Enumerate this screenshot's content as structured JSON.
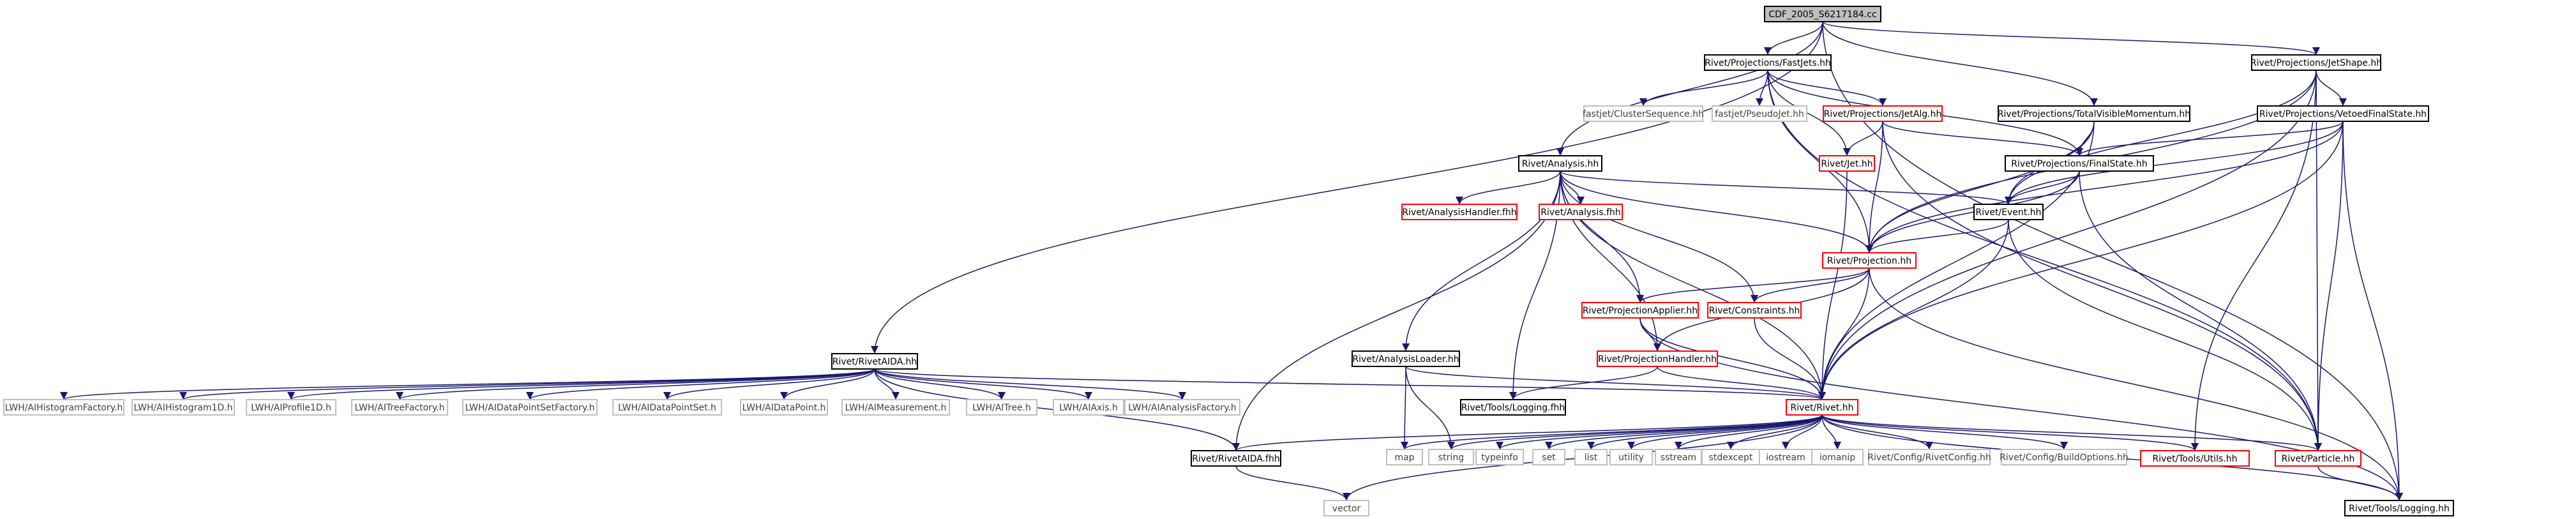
{
  "colors": {
    "edge": "#191970",
    "node_border_normal": "#000000",
    "node_border_missing": "#ff0000",
    "node_border_external": "#bfbfbf",
    "root_fill": "#bfbfbf",
    "text": "#000000",
    "external_text": "#404040"
  },
  "nodes": [
    {
      "id": "cdf",
      "label": "CDF_2005_S6217184.cc",
      "kind": "root"
    },
    {
      "id": "fastjets",
      "label": "Rivet/Projections/FastJets.hh",
      "kind": "normal"
    },
    {
      "id": "jetshape",
      "label": "Rivet/Projections/JetShape.hh",
      "kind": "normal"
    },
    {
      "id": "clusterseq",
      "label": "fastjet/ClusterSequence.hh",
      "kind": "external"
    },
    {
      "id": "pseudojet",
      "label": "fastjet/PseudoJet.hh",
      "kind": "external"
    },
    {
      "id": "jetalg",
      "label": "Rivet/Projections/JetAlg.hh",
      "kind": "missing"
    },
    {
      "id": "totalvis",
      "label": "Rivet/Projections/TotalVisibleMomentum.hh",
      "kind": "normal"
    },
    {
      "id": "vetoed",
      "label": "Rivet/Projections/VetoedFinalState.hh",
      "kind": "normal"
    },
    {
      "id": "analysis",
      "label": "Rivet/Analysis.hh",
      "kind": "normal"
    },
    {
      "id": "jet",
      "label": "Rivet/Jet.hh",
      "kind": "missing"
    },
    {
      "id": "finalstate",
      "label": "Rivet/Projections/FinalState.hh",
      "kind": "normal"
    },
    {
      "id": "analysishandlerfhh",
      "label": "Rivet/AnalysisHandler.fhh",
      "kind": "missing"
    },
    {
      "id": "analysisfhh",
      "label": "Rivet/Analysis.fhh",
      "kind": "missing"
    },
    {
      "id": "event",
      "label": "Rivet/Event.hh",
      "kind": "normal"
    },
    {
      "id": "projection",
      "label": "Rivet/Projection.hh",
      "kind": "missing"
    },
    {
      "id": "projapplier",
      "label": "Rivet/ProjectionApplier.hh",
      "kind": "missing"
    },
    {
      "id": "constraints",
      "label": "Rivet/Constraints.hh",
      "kind": "missing"
    },
    {
      "id": "analysisloader",
      "label": "Rivet/AnalysisLoader.hh",
      "kind": "normal"
    },
    {
      "id": "rivetaida",
      "label": "Rivet/RivetAIDA.hh",
      "kind": "normal"
    },
    {
      "id": "projhandler",
      "label": "Rivet/ProjectionHandler.hh",
      "kind": "missing"
    },
    {
      "id": "loggingfhh",
      "label": "Rivet/Tools/Logging.fhh",
      "kind": "normal"
    },
    {
      "id": "rivethh",
      "label": "Rivet/Rivet.hh",
      "kind": "missing"
    },
    {
      "id": "lwh_hf",
      "label": "LWH/AIHistogramFactory.h",
      "kind": "external"
    },
    {
      "id": "lwh_h1d",
      "label": "LWH/AIHistogram1D.h",
      "kind": "external"
    },
    {
      "id": "lwh_p1d",
      "label": "LWH/AIProfile1D.h",
      "kind": "external"
    },
    {
      "id": "lwh_tf",
      "label": "LWH/AITreeFactory.h",
      "kind": "external"
    },
    {
      "id": "lwh_dpsf",
      "label": "LWH/AIDataPointSetFactory.h",
      "kind": "external"
    },
    {
      "id": "lwh_dps",
      "label": "LWH/AIDataPointSet.h",
      "kind": "external"
    },
    {
      "id": "lwh_dp",
      "label": "LWH/AIDataPoint.h",
      "kind": "external"
    },
    {
      "id": "lwh_meas",
      "label": "LWH/AIMeasurement.h",
      "kind": "external"
    },
    {
      "id": "lwh_tree",
      "label": "LWH/AITree.h",
      "kind": "external"
    },
    {
      "id": "lwh_axis",
      "label": "LWH/AIAxis.h",
      "kind": "external"
    },
    {
      "id": "lwh_af",
      "label": "LWH/AIAnalysisFactory.h",
      "kind": "external"
    },
    {
      "id": "rivetaidafhh",
      "label": "Rivet/RivetAIDA.fhh",
      "kind": "normal"
    },
    {
      "id": "map",
      "label": "map",
      "kind": "external"
    },
    {
      "id": "string",
      "label": "string",
      "kind": "external"
    },
    {
      "id": "typeinfo",
      "label": "typeinfo",
      "kind": "external"
    },
    {
      "id": "set",
      "label": "set",
      "kind": "external"
    },
    {
      "id": "list",
      "label": "list",
      "kind": "external"
    },
    {
      "id": "utility",
      "label": "utility",
      "kind": "external"
    },
    {
      "id": "sstream",
      "label": "sstream",
      "kind": "external"
    },
    {
      "id": "stdexcept",
      "label": "stdexcept",
      "kind": "external"
    },
    {
      "id": "iostream",
      "label": "iostream",
      "kind": "external"
    },
    {
      "id": "iomanip",
      "label": "iomanip",
      "kind": "external"
    },
    {
      "id": "rivetconfig",
      "label": "Rivet/Config/RivetConfig.hh",
      "kind": "external"
    },
    {
      "id": "buildoptions",
      "label": "Rivet/Config/BuildOptions.hh",
      "kind": "external"
    },
    {
      "id": "utils",
      "label": "Rivet/Tools/Utils.hh",
      "kind": "missing"
    },
    {
      "id": "particle",
      "label": "Rivet/Particle.hh",
      "kind": "missing"
    },
    {
      "id": "vector",
      "label": "vector",
      "kind": "external"
    },
    {
      "id": "logginghh",
      "label": "Rivet/Tools/Logging.hh",
      "kind": "normal"
    }
  ],
  "edges": [
    [
      "cdf",
      "fastjets"
    ],
    [
      "cdf",
      "jetshape"
    ],
    [
      "cdf",
      "totalvis"
    ],
    [
      "cdf",
      "analysis"
    ],
    [
      "cdf",
      "rivetaida"
    ],
    [
      "cdf",
      "logginghh"
    ],
    [
      "fastjets",
      "clusterseq"
    ],
    [
      "fastjets",
      "pseudojet"
    ],
    [
      "fastjets",
      "jetalg"
    ],
    [
      "fastjets",
      "jet"
    ],
    [
      "fastjets",
      "projection"
    ],
    [
      "fastjets",
      "finalstate"
    ],
    [
      "fastjets",
      "particle"
    ],
    [
      "jetshape",
      "vetoed"
    ],
    [
      "jetshape",
      "event"
    ],
    [
      "jetshape",
      "projection"
    ],
    [
      "jetshape",
      "rivethh"
    ],
    [
      "jetshape",
      "particle"
    ],
    [
      "jetshape",
      "utils"
    ],
    [
      "jetalg",
      "jet"
    ],
    [
      "jetalg",
      "finalstate"
    ],
    [
      "jetalg",
      "projection"
    ],
    [
      "jetalg",
      "particle"
    ],
    [
      "totalvis",
      "finalstate"
    ],
    [
      "totalvis",
      "event"
    ],
    [
      "totalvis",
      "projection"
    ],
    [
      "totalvis",
      "rivethh"
    ],
    [
      "vetoed",
      "finalstate"
    ],
    [
      "vetoed",
      "event"
    ],
    [
      "vetoed",
      "projection"
    ],
    [
      "vetoed",
      "rivethh"
    ],
    [
      "vetoed",
      "particle"
    ],
    [
      "vetoed",
      "logginghh"
    ],
    [
      "jet",
      "rivethh"
    ],
    [
      "finalstate",
      "event"
    ],
    [
      "finalstate",
      "projection"
    ],
    [
      "finalstate",
      "particle"
    ],
    [
      "analysis",
      "analysishandlerfhh"
    ],
    [
      "analysis",
      "analysisfhh"
    ],
    [
      "analysis",
      "event"
    ],
    [
      "analysis",
      "projection"
    ],
    [
      "analysis",
      "projapplier"
    ],
    [
      "analysis",
      "constraints"
    ],
    [
      "analysis",
      "analysisloader"
    ],
    [
      "analysis",
      "projhandler"
    ],
    [
      "analysis",
      "loggingfhh"
    ],
    [
      "analysis",
      "rivethh"
    ],
    [
      "analysis",
      "rivetaidafhh"
    ],
    [
      "event",
      "projection"
    ],
    [
      "event",
      "rivethh"
    ],
    [
      "event",
      "particle"
    ],
    [
      "projection",
      "projapplier"
    ],
    [
      "projection",
      "constraints"
    ],
    [
      "projection",
      "projhandler"
    ],
    [
      "projection",
      "rivethh"
    ],
    [
      "projection",
      "logginghh"
    ],
    [
      "projapplier",
      "projhandler"
    ],
    [
      "projapplier",
      "rivethh"
    ],
    [
      "projapplier",
      "logginghh"
    ],
    [
      "constraints",
      "rivethh"
    ],
    [
      "analysisloader",
      "rivethh"
    ],
    [
      "analysisloader",
      "map"
    ],
    [
      "analysisloader",
      "string"
    ],
    [
      "projhandler",
      "loggingfhh"
    ],
    [
      "projhandler",
      "rivethh"
    ],
    [
      "rivetaida",
      "lwh_hf"
    ],
    [
      "rivetaida",
      "lwh_h1d"
    ],
    [
      "rivetaida",
      "lwh_p1d"
    ],
    [
      "rivetaida",
      "lwh_tf"
    ],
    [
      "rivetaida",
      "lwh_dpsf"
    ],
    [
      "rivetaida",
      "lwh_dps"
    ],
    [
      "rivetaida",
      "lwh_dp"
    ],
    [
      "rivetaida",
      "lwh_meas"
    ],
    [
      "rivetaida",
      "lwh_tree"
    ],
    [
      "rivetaida",
      "lwh_axis"
    ],
    [
      "rivetaida",
      "lwh_af"
    ],
    [
      "rivetaida",
      "rivetaidafhh"
    ],
    [
      "rivetaida",
      "rivethh"
    ],
    [
      "rivethh",
      "map"
    ],
    [
      "rivethh",
      "string"
    ],
    [
      "rivethh",
      "typeinfo"
    ],
    [
      "rivethh",
      "set"
    ],
    [
      "rivethh",
      "list"
    ],
    [
      "rivethh",
      "utility"
    ],
    [
      "rivethh",
      "sstream"
    ],
    [
      "rivethh",
      "stdexcept"
    ],
    [
      "rivethh",
      "iostream"
    ],
    [
      "rivethh",
      "iomanip"
    ],
    [
      "rivethh",
      "rivetconfig"
    ],
    [
      "rivethh",
      "buildoptions"
    ],
    [
      "rivethh",
      "utils"
    ],
    [
      "rivethh",
      "particle"
    ],
    [
      "rivethh",
      "vector"
    ],
    [
      "rivethh",
      "rivetaidafhh"
    ],
    [
      "rivethh",
      "logginghh"
    ],
    [
      "rivetaidafhh",
      "vector"
    ],
    [
      "particle",
      "logginghh"
    ]
  ]
}
